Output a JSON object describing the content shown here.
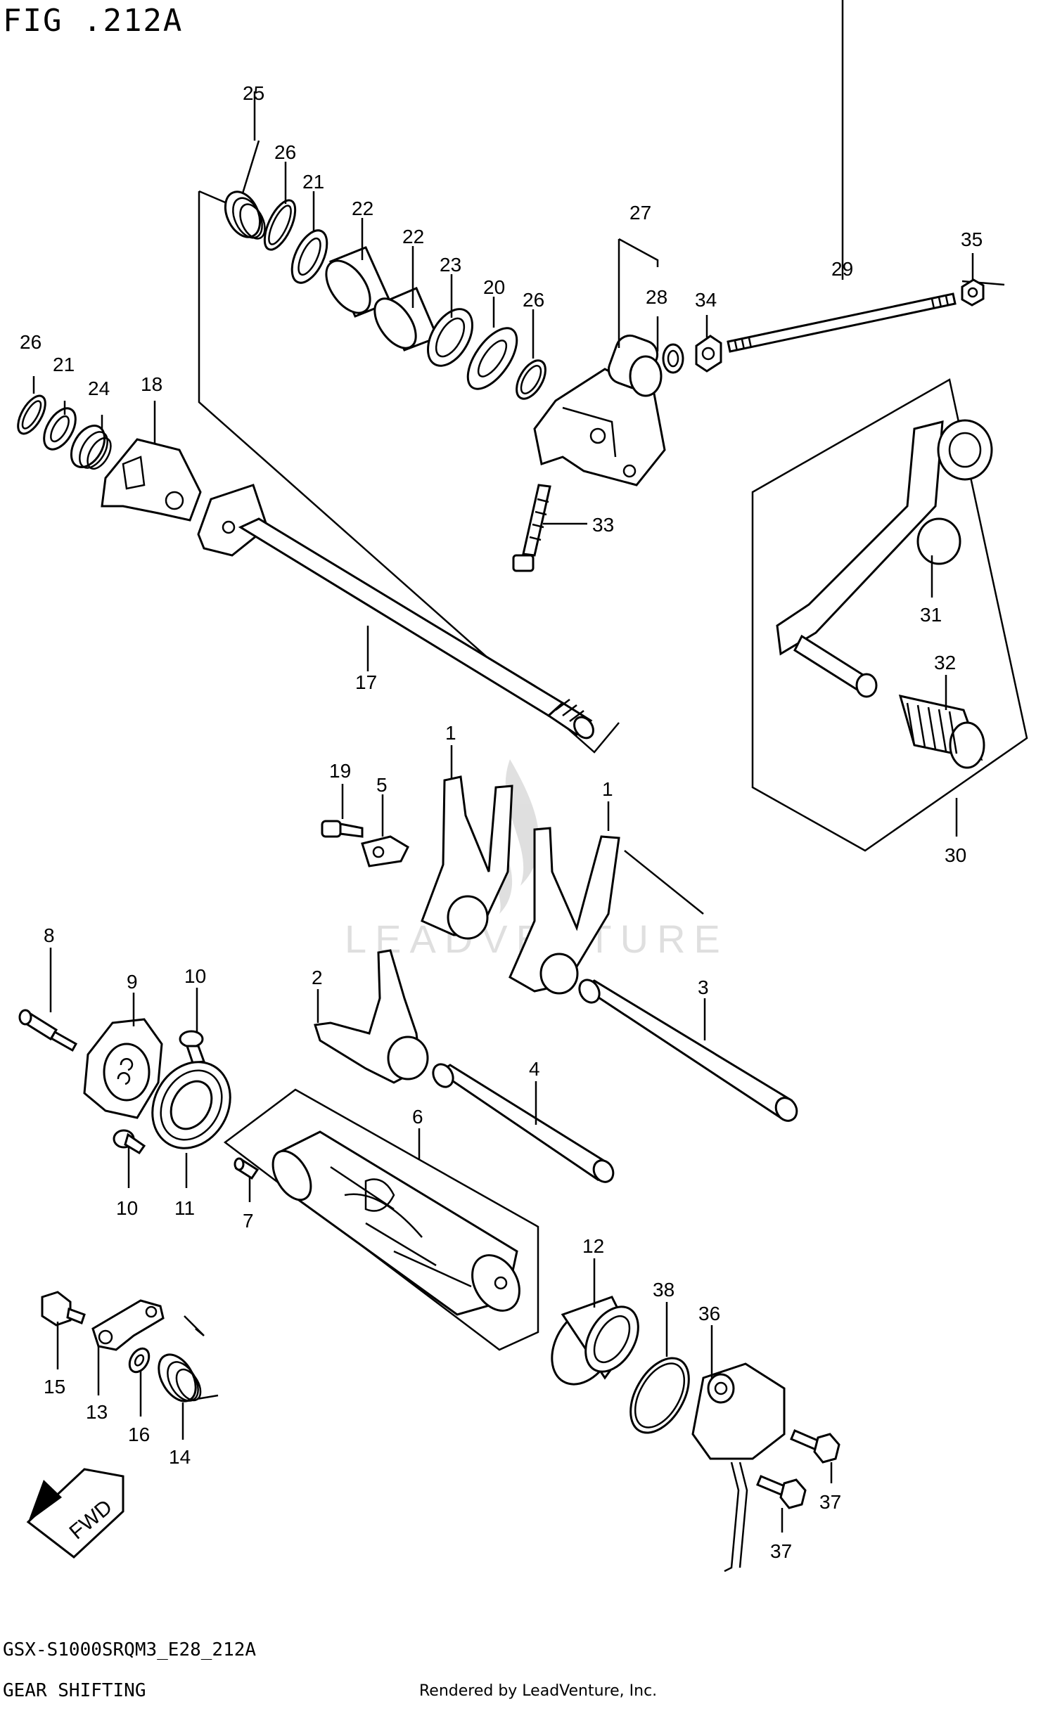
{
  "header": {
    "figure_title": "FIG .212A"
  },
  "footer": {
    "model_code": "GSX-S1000SRQM3_E28_212A",
    "section_title": "GEAR SHIFTING",
    "rendered_by": "Rendered by LeadVenture, Inc."
  },
  "watermark": {
    "text": "LEADVENTURE"
  },
  "direction_badge": {
    "label": "FWD"
  },
  "callouts": {
    "p1a": "1",
    "p1b": "1",
    "p2": "2",
    "p3": "3",
    "p4": "4",
    "p5": "5",
    "p6": "6",
    "p7": "7",
    "p8": "8",
    "p9": "9",
    "p10a": "10",
    "p10b": "10",
    "p11": "11",
    "p12": "12",
    "p13": "13",
    "p14": "14",
    "p15": "15",
    "p16": "16",
    "p17": "17",
    "p18": "18",
    "p19": "19",
    "p20": "20",
    "p21a": "21",
    "p21b": "21",
    "p22a": "22",
    "p22b": "22",
    "p23": "23",
    "p24": "24",
    "p25": "25",
    "p26a": "26",
    "p26b": "26",
    "p26c": "26",
    "p27": "27",
    "p28": "28",
    "p29": "29",
    "p30": "30",
    "p31": "31",
    "p32": "32",
    "p33": "33",
    "p34": "34",
    "p35": "35",
    "p36": "36",
    "p37a": "37",
    "p37b": "37",
    "p38": "38"
  }
}
